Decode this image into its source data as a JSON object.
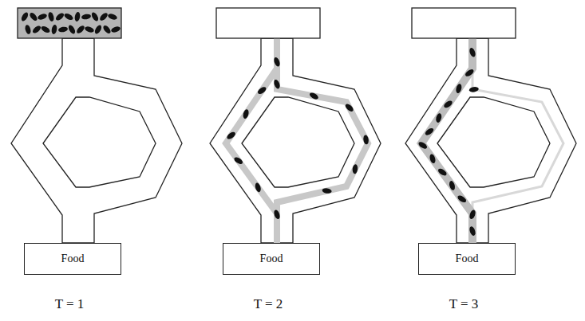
{
  "diagram": {
    "nodes": [
      {
        "text": [
          "Food"
        ]
      },
      {
        "text": [
          "Food"
        ]
      },
      {
        "text": [
          "Food"
        ]
      }
    ],
    "labels": [
      "T = 1",
      "T = 2",
      "T = 3"
    ]
  }
}
